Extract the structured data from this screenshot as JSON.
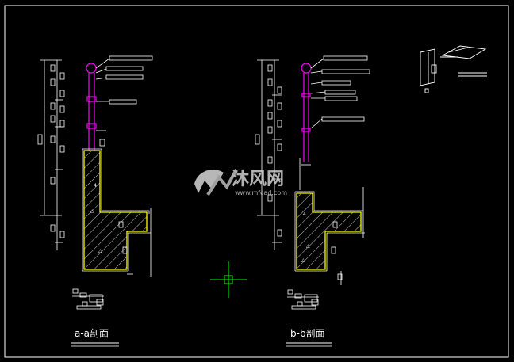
{
  "drawing": {
    "section_a_title": "a-a剖面",
    "section_b_title": "b-b剖面"
  },
  "watermark": {
    "brand_cn": "沐风网",
    "brand_url": "www.mfcad.com",
    "logo_icon": "mf-logo-icon"
  },
  "colors": {
    "background": "#000000",
    "frame": "#ffffff",
    "railing": "#ff00ff",
    "wall_outline": "#ffff00",
    "hatch": "#ffffff",
    "cursor": "#00ff00"
  }
}
